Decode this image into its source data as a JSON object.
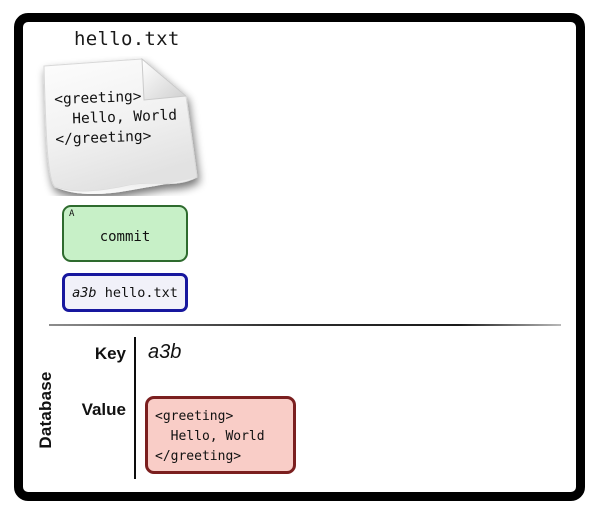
{
  "diagram": {
    "title_label": "hello.txt",
    "file": {
      "icon_name": "document-page-icon",
      "content": "<greeting>\n  Hello, World\n</greeting>"
    },
    "commit_node": {
      "tag": "A",
      "label": "commit"
    },
    "ref_node": {
      "hash": "a3b",
      "filename": "hello.txt"
    },
    "database": {
      "section_label": "Database",
      "key_label": "Key",
      "key_value": "a3b",
      "value_label": "Value",
      "value_content": "<greeting>\n  Hello, World\n</greeting>"
    }
  },
  "colors": {
    "frame_border": "#000000",
    "commit_fill": "#c7f0c7",
    "commit_border": "#2e6b2e",
    "ref_fill": "#f1f1f9",
    "ref_border": "#17179e",
    "value_fill": "#f9cdc7",
    "value_border": "#7b1f1f",
    "page_fill": "#f4f4f4",
    "text": "#111111"
  }
}
